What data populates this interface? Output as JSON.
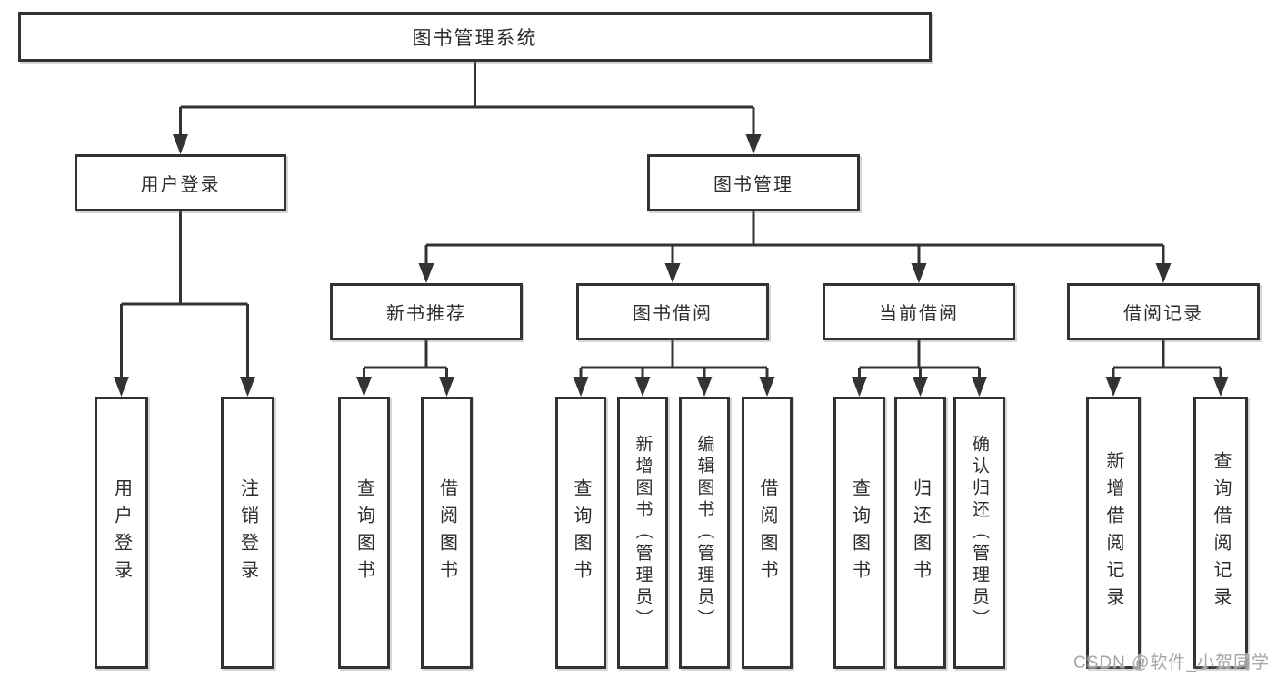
{
  "diagram": {
    "root": "图书管理系统",
    "user_login": {
      "label": "用户登录",
      "children": [
        "用户登录",
        "注销登录"
      ]
    },
    "book_management": {
      "label": "图书管理",
      "sections": [
        {
          "label": "新书推荐",
          "children": [
            "查询图书",
            "借阅图书"
          ]
        },
        {
          "label": "图书借阅",
          "children": [
            "查询图书",
            "新增图书（管理员）",
            "编辑图书（管理员）",
            "借阅图书"
          ]
        },
        {
          "label": "当前借阅",
          "children": [
            "查询图书",
            "归还图书",
            "确认归还（管理员）"
          ]
        },
        {
          "label": "借阅记录",
          "children": [
            "新增借阅记录",
            "查询借阅记录"
          ]
        }
      ]
    }
  },
  "watermark": "CSDN @软件_小贺同学"
}
